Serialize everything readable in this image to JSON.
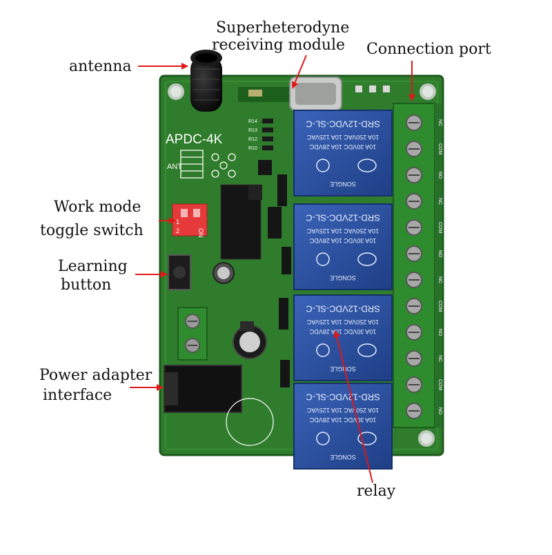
{
  "colors": {
    "pcb": "#2f7d2c",
    "pcb_dark": "#235f22",
    "relay_body": "#2a4f9e",
    "terminal_green": "#2e8b2e",
    "callout_arrow": "#e01818",
    "dip_red": "#e63a3a"
  },
  "labels": {
    "antenna": "antenna",
    "module_line1": "Superheterodyne",
    "module_line2": "receiving module",
    "connection_port": "Connection port",
    "work_mode_line1": "Work mode",
    "work_mode_line2": "toggle switch",
    "learning_line1": "Learning",
    "learning_line2": "button",
    "power_line1": "Power adapter",
    "power_line2": "interface",
    "relay": "relay"
  },
  "board": {
    "model": "APDC-4K",
    "ant_label": "ANT",
    "resistors": [
      "R14",
      "R13",
      "R12",
      "R10"
    ],
    "dip_labels": [
      "ON",
      "1",
      "2"
    ],
    "terminal_labels": [
      "NC",
      "COM",
      "NO"
    ]
  },
  "relays": [
    {
      "model": "SRD-12VDC-SL-C",
      "rating1": "10A 250VAC  10A 125VAC",
      "rating2": "10A 30VDC  10A 28VDC",
      "brand": "SONGLE"
    },
    {
      "model": "SRD-12VDC-SL-C",
      "rating1": "10A 250VAC  10A 125VAC",
      "rating2": "10A 30VDC  10A 28VDC",
      "brand": "SONGLE"
    },
    {
      "model": "SRD-12VDC-SL-C",
      "rating1": "10A 250VAC  10A 125VAC",
      "rating2": "10A 30VDC  10A 28VDC",
      "brand": "SONGLE"
    },
    {
      "model": "SRD-12VDC-SL-C",
      "rating1": "10A 250VAC  10A 125VAC",
      "rating2": "10A 30VDC  10A 28VDC",
      "brand": "SONGLE"
    }
  ]
}
